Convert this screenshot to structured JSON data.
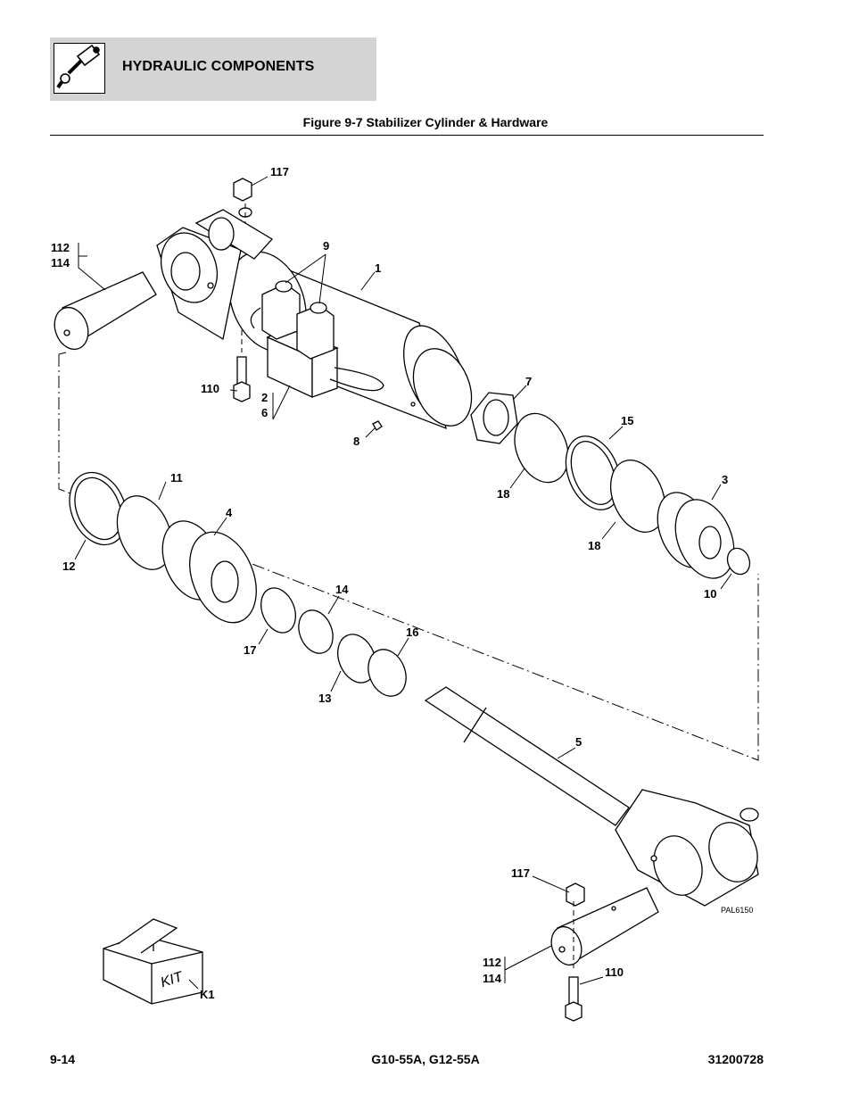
{
  "header": {
    "title": "HYDRAULIC COMPONENTS",
    "icon": "hydraulic-cylinder-icon"
  },
  "figure": {
    "title": "Figure 9-7 Stabilizer Cylinder & Hardware",
    "code": "PAL6150"
  },
  "callouts": [
    {
      "id": "117-top",
      "label": "117"
    },
    {
      "id": "112-left",
      "label": "112"
    },
    {
      "id": "114-left",
      "label": "114"
    },
    {
      "id": "9",
      "label": "9"
    },
    {
      "id": "1",
      "label": "1"
    },
    {
      "id": "110-top",
      "label": "110"
    },
    {
      "id": "2",
      "label": "2"
    },
    {
      "id": "6",
      "label": "6"
    },
    {
      "id": "7",
      "label": "7"
    },
    {
      "id": "8",
      "label": "8"
    },
    {
      "id": "15",
      "label": "15"
    },
    {
      "id": "11",
      "label": "11"
    },
    {
      "id": "4",
      "label": "4"
    },
    {
      "id": "3",
      "label": "3"
    },
    {
      "id": "18-a",
      "label": "18"
    },
    {
      "id": "18-b",
      "label": "18"
    },
    {
      "id": "12",
      "label": "12"
    },
    {
      "id": "10",
      "label": "10"
    },
    {
      "id": "14",
      "label": "14"
    },
    {
      "id": "16",
      "label": "16"
    },
    {
      "id": "17",
      "label": "17"
    },
    {
      "id": "13",
      "label": "13"
    },
    {
      "id": "5",
      "label": "5"
    },
    {
      "id": "117-bottom",
      "label": "117"
    },
    {
      "id": "112-bottom",
      "label": "112"
    },
    {
      "id": "114-bottom",
      "label": "114"
    },
    {
      "id": "110-bottom",
      "label": "110"
    },
    {
      "id": "k1",
      "label": "K1"
    }
  ],
  "kit_box_label": "KIT",
  "footer": {
    "page": "9-14",
    "models": "G10-55A, G12-55A",
    "doc_number": "31200728"
  }
}
